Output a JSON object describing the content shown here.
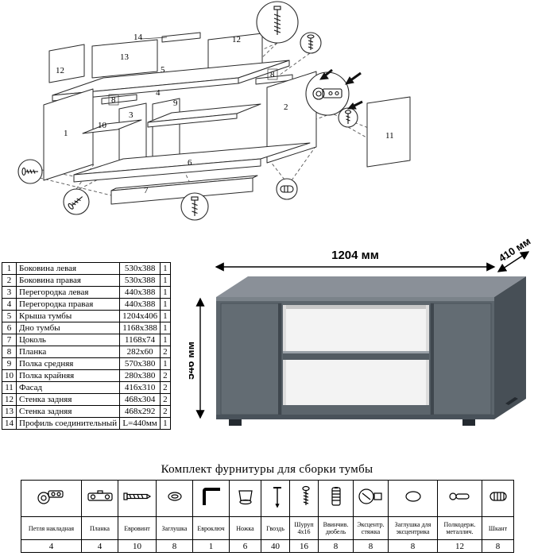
{
  "diagram": {
    "labels": [
      "14",
      "13",
      "12",
      "5",
      "12",
      "8",
      "2",
      "8",
      "3",
      "9",
      "10",
      "1",
      "4",
      "6",
      "7",
      "11"
    ]
  },
  "parts_table": {
    "rows": [
      {
        "num": "1",
        "name": "Боковина левая",
        "size": "530x388",
        "qty": "1"
      },
      {
        "num": "2",
        "name": "Боковина правая",
        "size": "530x388",
        "qty": "1"
      },
      {
        "num": "3",
        "name": "Перегородка левая",
        "size": "440x388",
        "qty": "1"
      },
      {
        "num": "4",
        "name": "Перегородка правая",
        "size": "440x388",
        "qty": "1"
      },
      {
        "num": "5",
        "name": "Крыша тумбы",
        "size": "1204x406",
        "qty": "1"
      },
      {
        "num": "6",
        "name": "Дно тумбы",
        "size": "1168x388",
        "qty": "1"
      },
      {
        "num": "7",
        "name": "Цоколь",
        "size": "1168x74",
        "qty": "1"
      },
      {
        "num": "8",
        "name": "Планка",
        "size": "282x60",
        "qty": "2"
      },
      {
        "num": "9",
        "name": "Полка средняя",
        "size": "570x380",
        "qty": "1"
      },
      {
        "num": "10",
        "name": "Полка крайняя",
        "size": "280x380",
        "qty": "2"
      },
      {
        "num": "11",
        "name": "Фасад",
        "size": "416x310",
        "qty": "2"
      },
      {
        "num": "12",
        "name": "Стенка задняя",
        "size": "468x304",
        "qty": "2"
      },
      {
        "num": "13",
        "name": "Стенка задняя",
        "size": "468x292",
        "qty": "2"
      },
      {
        "num": "14",
        "name": "Профиль соединительный",
        "size": "L=440мм",
        "qty": "1"
      }
    ]
  },
  "product": {
    "width_label": "1204 мм",
    "depth_label": "410 мм",
    "height_label": "546 мм"
  },
  "hardware": {
    "title": "Комплект фурнитуры для сборки тумбы",
    "items": [
      {
        "name": "Петля накладная",
        "qty": "4",
        "icon": "hinge-icon"
      },
      {
        "name": "Планка",
        "qty": "4",
        "icon": "mounting-plate-icon"
      },
      {
        "name": "Евровинт",
        "qty": "10",
        "icon": "euro-screw-icon"
      },
      {
        "name": "Заглушка",
        "qty": "8",
        "icon": "cap-icon"
      },
      {
        "name": "Евроключ",
        "qty": "1",
        "icon": "hex-key-icon"
      },
      {
        "name": "Ножка",
        "qty": "6",
        "icon": "leg-icon"
      },
      {
        "name": "Гвоздь",
        "qty": "40",
        "icon": "nail-icon"
      },
      {
        "name": "Шуруп 4x16",
        "qty": "16",
        "icon": "screw-icon"
      },
      {
        "name": "Ввинчив. дюбель",
        "qty": "8",
        "icon": "screw-in-dowel-icon"
      },
      {
        "name": "Эксцентр. стяжка",
        "qty": "8",
        "icon": "cam-lock-icon"
      },
      {
        "name": "Заглушка для эксцентрика",
        "qty": "8",
        "icon": "cam-cap-icon"
      },
      {
        "name": "Полкодерж. металлич.",
        "qty": "12",
        "icon": "shelf-support-icon"
      },
      {
        "name": "Шкант",
        "qty": "8",
        "icon": "dowel-icon"
      }
    ]
  },
  "colors": {
    "cabinet_top": "#8a9098",
    "cabinet_front": "#5c656c",
    "cabinet_side": "#474f56",
    "door": "#636c73",
    "interior": "#f3f3f3",
    "shelf_edge": "#525b62",
    "line": "#000000"
  }
}
